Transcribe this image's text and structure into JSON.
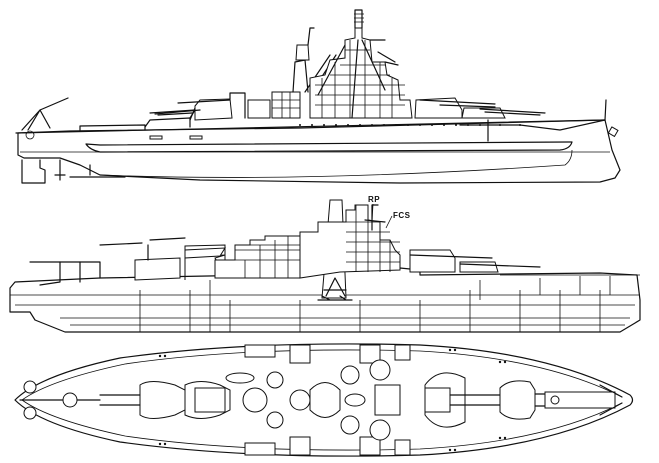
{
  "figure": {
    "subject": "battleship technical drawing",
    "views": [
      {
        "id": "profile",
        "label": "external profile (side elevation)"
      },
      {
        "id": "section",
        "label": "inboard profile (longitudinal section)"
      },
      {
        "id": "plan",
        "label": "deck plan (top view)"
      }
    ],
    "annotations": [
      {
        "id": "rp",
        "text": "RP"
      },
      {
        "id": "fcs",
        "text": "FCS"
      }
    ],
    "colors": {
      "ink": "#111111",
      "paper": "#ffffff"
    }
  }
}
